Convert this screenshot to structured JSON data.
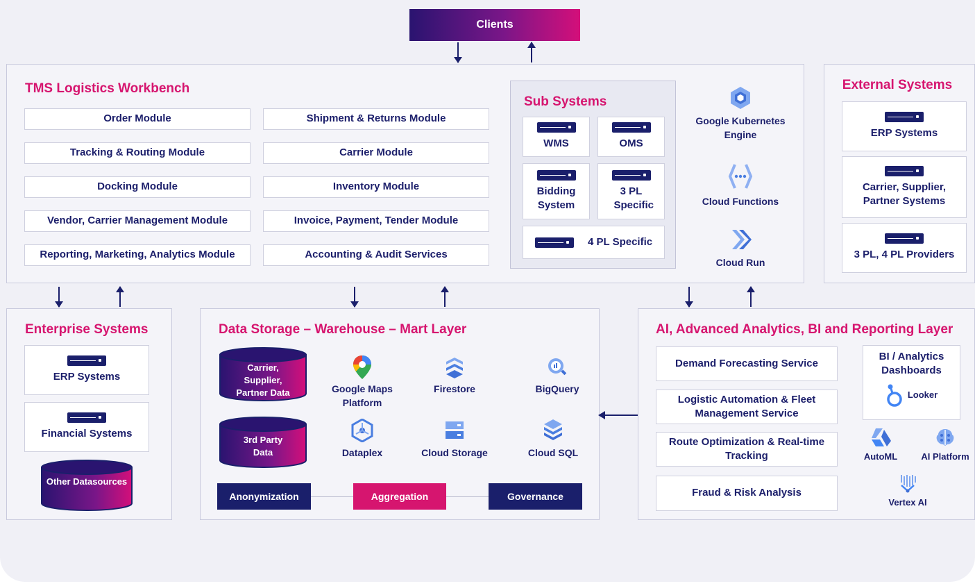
{
  "clients": {
    "label": "Clients"
  },
  "tms": {
    "title": "TMS Logistics Workbench",
    "modules": [
      "Order Module",
      "Shipment & Returns Module",
      "Tracking & Routing Module",
      "Carrier Module",
      "Docking Module",
      "Inventory Module",
      "Vendor, Carrier Management Module",
      "Invoice, Payment, Tender Module",
      "Reporting, Marketing, Analytics Module",
      "Accounting & Audit Services"
    ],
    "subsystems": {
      "title": "Sub Systems",
      "items": [
        "WMS",
        "OMS",
        "Bidding System",
        "3 PL Specific",
        "4 PL Specific"
      ]
    },
    "cloud": [
      {
        "label": "Google Kubernetes Engine",
        "icon": "kubernetes-engine-icon"
      },
      {
        "label": "Cloud Functions",
        "icon": "cloud-functions-icon"
      },
      {
        "label": "Cloud Run",
        "icon": "cloud-run-icon"
      }
    ]
  },
  "external": {
    "title": "External Systems",
    "items": [
      "ERP Systems",
      "Carrier, Supplier, Partner Systems",
      "3 PL, 4 PL Providers"
    ]
  },
  "enterprise": {
    "title": "Enterprise Systems",
    "items": [
      "ERP Systems",
      "Financial Systems"
    ],
    "datasource": "Other Datasources"
  },
  "storage": {
    "title": "Data Storage – Warehouse – Mart Layer",
    "databases": [
      "Carrier, Supplier, Partner Data",
      "3rd Party Data"
    ],
    "services": [
      {
        "label": "Google Maps Platform",
        "icon": "google-maps-icon"
      },
      {
        "label": "Firestore",
        "icon": "firestore-icon"
      },
      {
        "label": "BigQuery",
        "icon": "bigquery-icon"
      },
      {
        "label": "Dataplex",
        "icon": "dataplex-icon"
      },
      {
        "label": "Cloud Storage",
        "icon": "cloud-storage-icon"
      },
      {
        "label": "Cloud SQL",
        "icon": "cloud-sql-icon"
      }
    ],
    "pipeline": [
      "Anonymization",
      "Aggregation",
      "Governance"
    ]
  },
  "ai": {
    "title": "AI, Advanced Analytics, BI and Reporting Layer",
    "services": [
      "Demand Forecasting Service",
      "Logistic Automation & Fleet Management Service",
      "Route Optimization & Real-time Tracking",
      "Fraud & Risk Analysis"
    ],
    "bi": {
      "title": "BI / Analytics Dashboards",
      "tool": "Looker"
    },
    "tools": [
      {
        "label": "AutoML",
        "icon": "automl-icon"
      },
      {
        "label": "AI Platform",
        "icon": "ai-platform-icon"
      },
      {
        "label": "Vertex AI",
        "icon": "vertex-ai-icon"
      }
    ]
  },
  "colors": {
    "navy": "#1a1f6b",
    "magenta": "#d6156f",
    "panel": "#f4f4f9"
  }
}
